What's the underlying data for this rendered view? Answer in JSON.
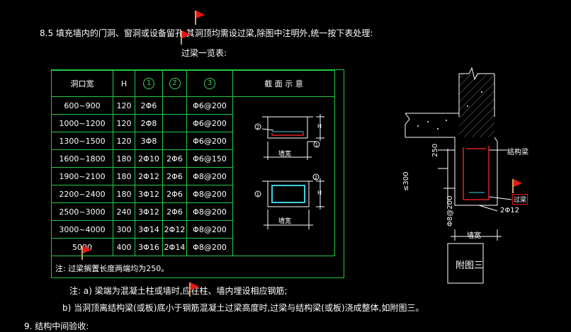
{
  "heading": "8.5  填充墙内的门洞、窗洞或设备留孔,其洞顶均需设过梁,除图中注明外,统一按下表处理:",
  "subtitle": "过梁一览表:",
  "table": {
    "headers": [
      "洞口宽",
      "H",
      "1",
      "2",
      "3",
      "截 面 示 意"
    ],
    "rows": [
      [
        "600~900",
        "120",
        "2Φ6",
        "",
        "Φ6@200"
      ],
      [
        "1000~1200",
        "120",
        "2Φ8",
        "",
        "Φ6@200"
      ],
      [
        "1300~1500",
        "120",
        "3Φ8",
        "",
        "Φ6@200"
      ],
      [
        "1600~1800",
        "180",
        "2Φ10",
        "2Φ6",
        "Φ6@150"
      ],
      [
        "1900~2100",
        "180",
        "2Φ12",
        "2Φ6",
        "Φ8@200"
      ],
      [
        "2200~2400",
        "180",
        "3Φ12",
        "2Φ6",
        "Φ8@200"
      ],
      [
        "2500~3000",
        "240",
        "3Φ12",
        "2Φ6",
        "Φ8@200"
      ],
      [
        "3000~4000",
        "300",
        "3Φ14",
        "2Φ12",
        "Φ8@200"
      ],
      [
        "5000",
        "400",
        "3Φ16",
        "2Φ14",
        "Φ8@200"
      ]
    ],
    "footnote": "注: 过梁搁置长度两端均为250。"
  },
  "section_sketch": {
    "wall_width_label": "墙宽",
    "h_label": "H",
    "markers": [
      "2",
      "1",
      "2",
      "1"
    ]
  },
  "notes": {
    "a": "注: a) 梁端为混凝土柱或墙时,应在柱、墙内埋设相应钢筋;",
    "b": "b) 当洞顶离结构梁(或板)底小于钢筋混凝土过梁高度时,过梁与结构梁(或板)浇成整体,如附图三。"
  },
  "footer_partial": "9. 结构中间验收:",
  "figure3": {
    "dim_250": "250",
    "dim_300": "≤300",
    "rebar": "Φ8@200",
    "bars": "2Φ12",
    "wall_width": "墙宽",
    "beam_label": "结构梁",
    "lintel_label": "过梁",
    "caption": "附图三"
  },
  "colors": {
    "background": "#000000",
    "grid_green": "#22c84a",
    "flag_red": "#e8161b",
    "cyan": "#3cd0e0",
    "rebar_red": "#e02020"
  },
  "icons": [
    "flag-icon"
  ]
}
